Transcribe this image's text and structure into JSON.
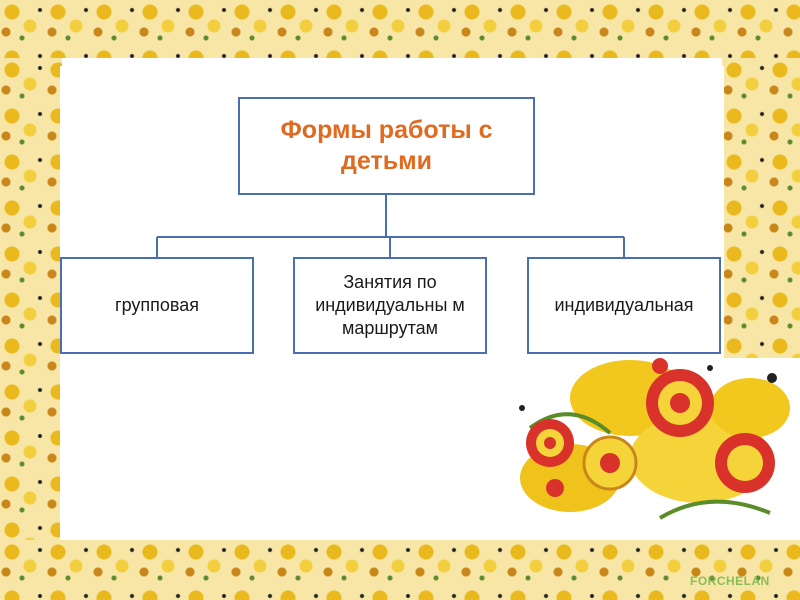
{
  "diagram": {
    "root": {
      "label": "Формы работы с детьми"
    },
    "children": [
      {
        "label": "групповая"
      },
      {
        "label": "Занятия по индивидуальны м маршрутам"
      },
      {
        "label": "индивидуальная"
      }
    ]
  },
  "watermark": {
    "text": "FORCHELAN"
  },
  "colors": {
    "accent": "#e06a20",
    "node_border": "#4a6fb0",
    "ornament_gold": "#e9b91d",
    "ornament_red": "#d8322a"
  }
}
